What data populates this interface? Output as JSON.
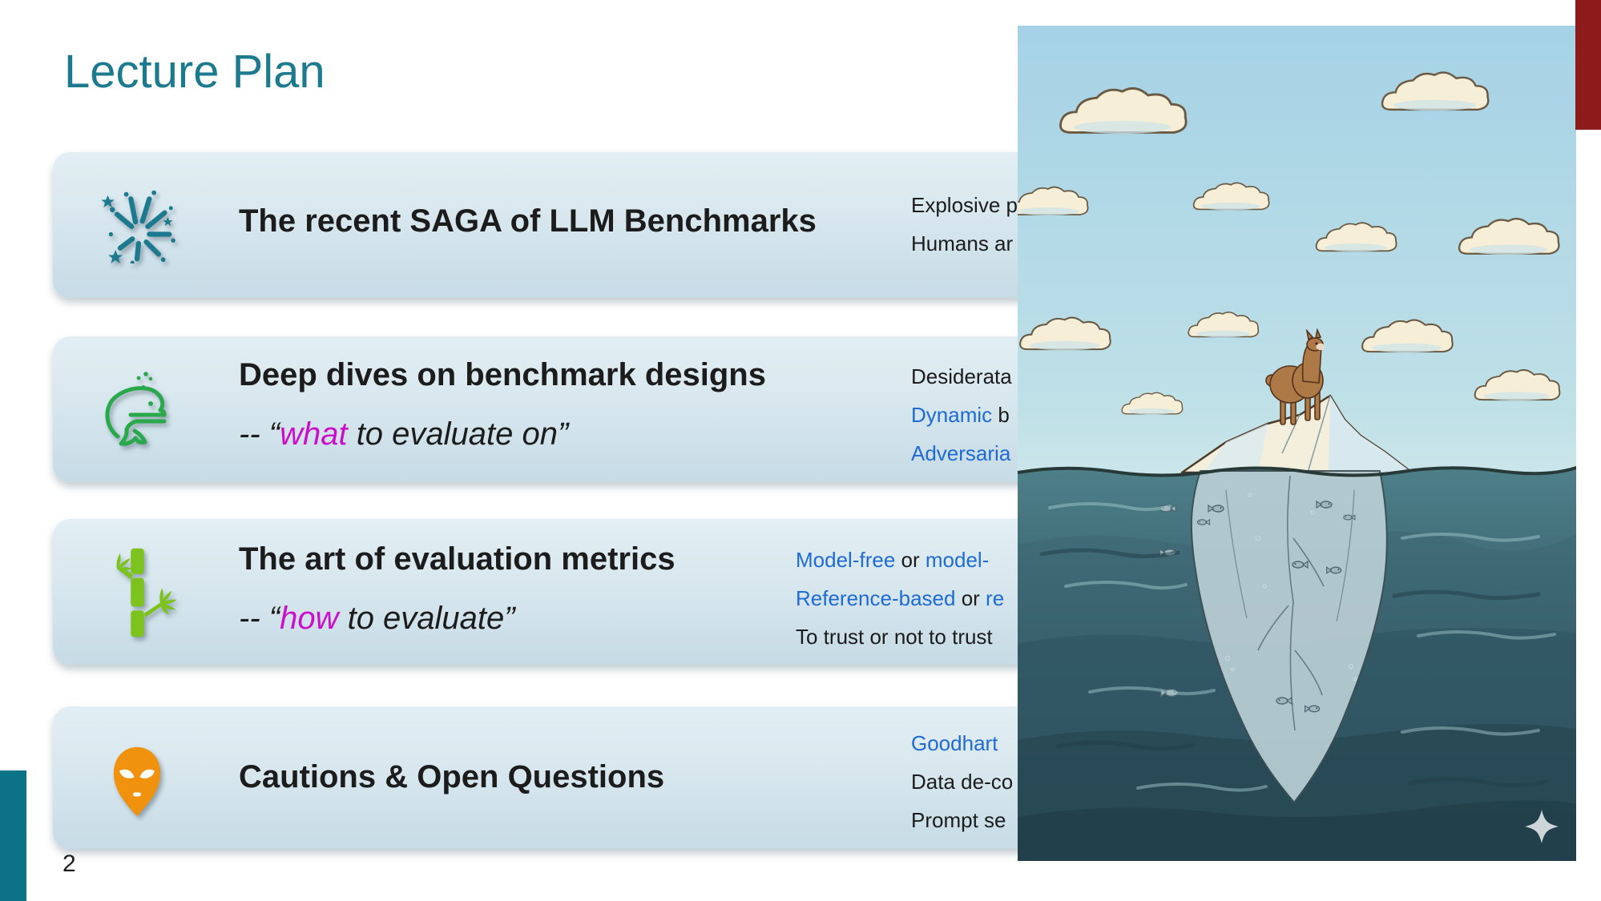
{
  "slide": {
    "title": "Lecture Plan",
    "page_number": "2"
  },
  "colors": {
    "teal_title": "#1b7a8e",
    "link_blue": "#1f6bd4",
    "magenta": "#cb0ecb",
    "text_black": "#1c1c1c",
    "card_top": "#e2eef4",
    "card_bottom": "#c6dbe6",
    "bar_red": "#8e1b1b",
    "bar_teal": "#0b7385",
    "icon_fireworks": "#1d7a8e",
    "icon_whale": "#2aa84c",
    "icon_bamboo": "#7cc31e",
    "icon_alien": "#f0920e"
  },
  "rows": [
    {
      "icon": "fireworks-icon",
      "title_lines": [
        [
          {
            "t": "The recent SAGA of LLM Benchmarks",
            "c": "plain"
          }
        ]
      ],
      "detail_lines": [
        [
          {
            "t": "Explosive p",
            "c": "plain"
          }
        ],
        [
          {
            "t": "Humans ar",
            "c": "plain"
          }
        ]
      ]
    },
    {
      "icon": "whale-icon",
      "title_lines": [
        [
          {
            "t": "Deep dives on benchmark designs",
            "c": "plain"
          }
        ],
        [
          {
            "t": "-- “",
            "c": "plain"
          },
          {
            "t": "what",
            "c": "magenta"
          },
          {
            "t": " to evaluate on”",
            "c": "plain"
          }
        ]
      ],
      "detail_lines": [
        [
          {
            "t": "Desiderata",
            "c": "plain"
          }
        ],
        [
          {
            "t": "Dynamic",
            "c": "blue"
          },
          {
            "t": " b",
            "c": "plain"
          }
        ],
        [
          {
            "t": "Adversaria",
            "c": "blue"
          }
        ]
      ]
    },
    {
      "icon": "bamboo-icon",
      "title_lines": [
        [
          {
            "t": "The art of evaluation metrics",
            "c": "plain"
          }
        ],
        [
          {
            "t": "-- “",
            "c": "plain"
          },
          {
            "t": "how",
            "c": "magenta"
          },
          {
            "t": " to evaluate”",
            "c": "plain"
          }
        ]
      ],
      "detail_lines": [
        [
          {
            "t": "Model-free",
            "c": "blue"
          },
          {
            "t": " or ",
            "c": "plain"
          },
          {
            "t": "model-",
            "c": "blue"
          }
        ],
        [
          {
            "t": "Reference-based",
            "c": "blue"
          },
          {
            "t": " or ",
            "c": "plain"
          },
          {
            "t": "re",
            "c": "blue"
          }
        ],
        [
          {
            "t": "To trust or not to trust",
            "c": "plain"
          }
        ]
      ]
    },
    {
      "icon": "alien-icon",
      "title_lines": [
        [
          {
            "t": "Cautions & Open Questions",
            "c": "plain"
          }
        ]
      ],
      "detail_lines": [
        [
          {
            "t": "Goodhart",
            "c": "blue"
          }
        ],
        [
          {
            "t": "Data de-co",
            "c": "plain"
          }
        ],
        [
          {
            "t": "Prompt se",
            "c": "plain"
          }
        ]
      ]
    }
  ],
  "illustration": {
    "name": "llama-iceberg-illustration",
    "alt": "Cartoon llama standing on the tip of an iceberg above water, with the huge hidden part of the iceberg submerged among fish"
  }
}
